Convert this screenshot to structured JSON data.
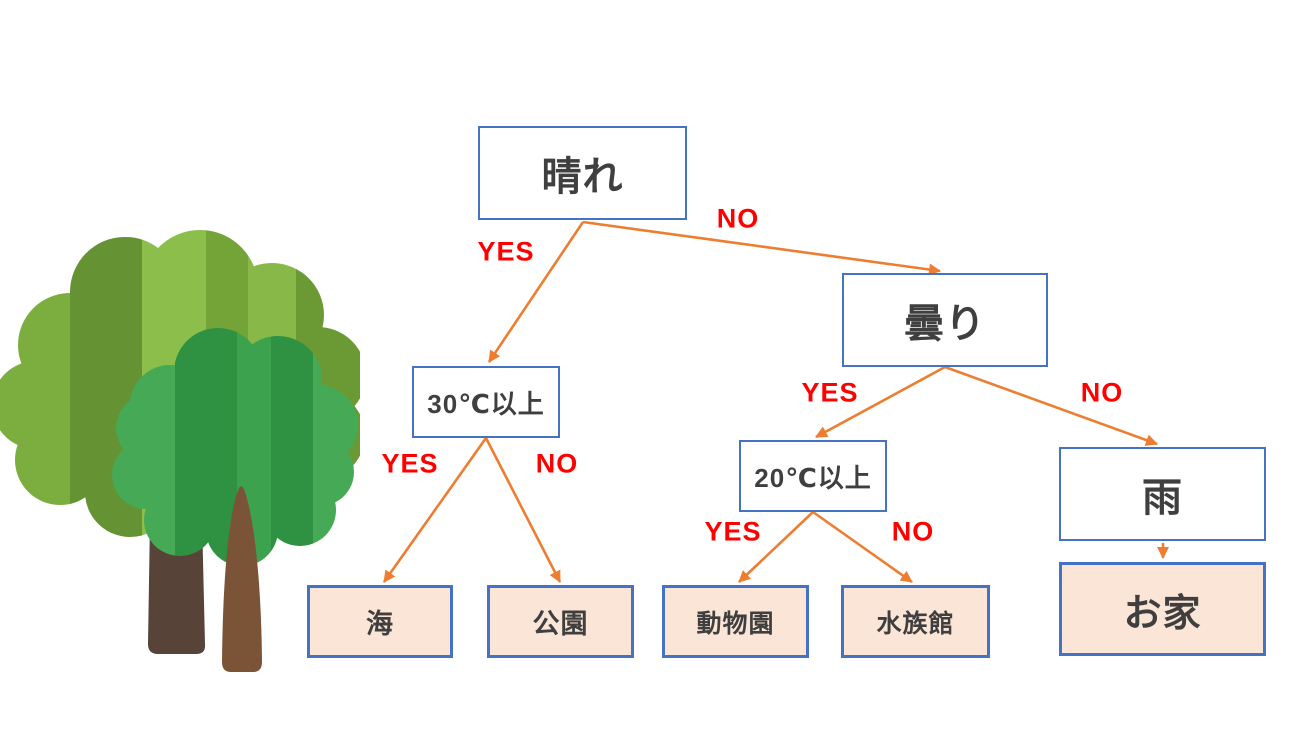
{
  "diagram": {
    "nodes": [
      {
        "id": "sunny",
        "label": "晴れ",
        "type": "decision"
      },
      {
        "id": "temp30",
        "label": "30℃以上",
        "type": "decision"
      },
      {
        "id": "cloudy",
        "label": "曇り",
        "type": "decision"
      },
      {
        "id": "temp20",
        "label": "20℃以上",
        "type": "decision"
      },
      {
        "id": "rain",
        "label": "雨",
        "type": "decision"
      },
      {
        "id": "sea",
        "label": "海",
        "type": "leaf"
      },
      {
        "id": "park",
        "label": "公園",
        "type": "leaf"
      },
      {
        "id": "zoo",
        "label": "動物園",
        "type": "leaf"
      },
      {
        "id": "aquarium",
        "label": "水族館",
        "type": "leaf"
      },
      {
        "id": "home",
        "label": "お家",
        "type": "leaf"
      }
    ],
    "edges": [
      {
        "from": "sunny",
        "to": "temp30",
        "label": "YES"
      },
      {
        "from": "sunny",
        "to": "cloudy",
        "label": "NO"
      },
      {
        "from": "temp30",
        "to": "sea",
        "label": "YES"
      },
      {
        "from": "temp30",
        "to": "park",
        "label": "NO"
      },
      {
        "from": "cloudy",
        "to": "temp20",
        "label": "YES"
      },
      {
        "from": "cloudy",
        "to": "rain",
        "label": "NO"
      },
      {
        "from": "temp20",
        "to": "zoo",
        "label": "YES"
      },
      {
        "from": "temp20",
        "to": "aquarium",
        "label": "NO"
      },
      {
        "from": "rain",
        "to": "home",
        "label": ""
      }
    ],
    "colors": {
      "box_border": "#4472C4",
      "decision_fill": "#FFFFFF",
      "leaf_fill": "#FBE5D6",
      "arrow": "#ED7D31",
      "edge_label": "#FF0000",
      "node_text": "#3F3F3F"
    }
  },
  "illustration": {
    "name": "two-trees",
    "colors": {
      "big_foliage_mid": "#7CAE3F",
      "big_foliage_dark": "#659232",
      "big_foliage_light": "#8CBE4B",
      "big_trunk": "#574338",
      "small_foliage_dark": "#2F9242",
      "small_foliage_mid": "#3DA24E",
      "small_foliage_light": "#45A956",
      "small_trunk": "#7B5438"
    }
  }
}
